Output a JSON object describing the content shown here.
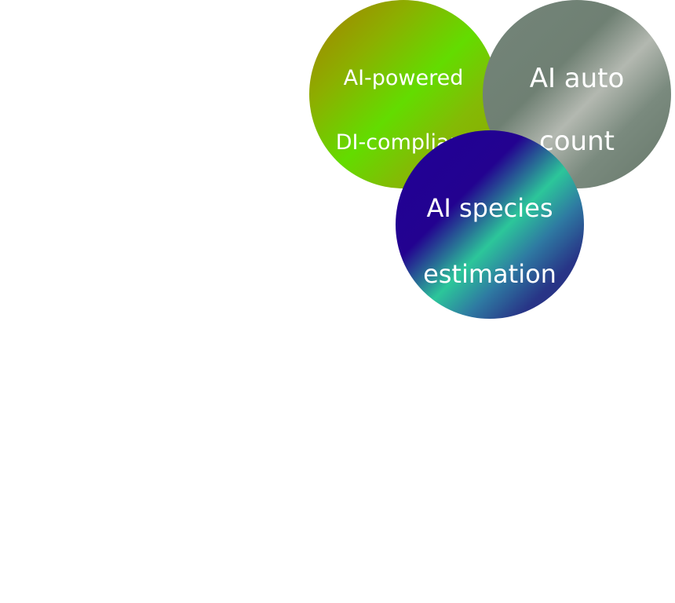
{
  "circles": [
    {
      "label_line1": "AI-powered",
      "label_line2": "DI-compliant",
      "colors": [
        "#a77d00",
        "#63dc00",
        "#8ea500"
      ]
    },
    {
      "label_line1": "AI auto",
      "label_line2": "count",
      "colors": [
        "#74857a",
        "#b3b8b0",
        "#667769"
      ]
    },
    {
      "label_line1": "AI species",
      "label_line2": "estimation",
      "colors": [
        "#200097",
        "#2cc69a",
        "#2a2d80"
      ]
    }
  ],
  "background_color": "#ffffff"
}
